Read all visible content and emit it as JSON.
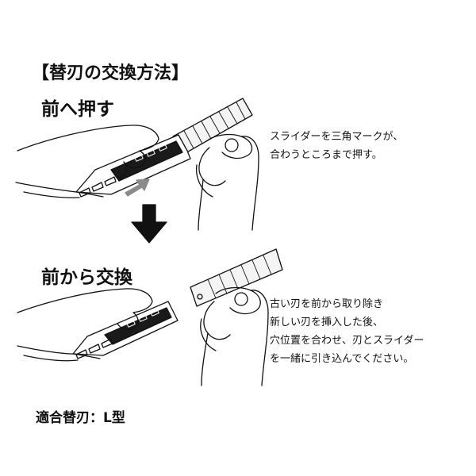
{
  "title": "【替刃の交換方法】",
  "step1": {
    "heading": "前へ押す",
    "lines": [
      "スライダーを三角マークが、",
      "合わうところまで押す。"
    ]
  },
  "step2": {
    "heading": "前から交換",
    "lines": [
      "古い刃を前から取り除き",
      "新しい刃を挿入した後、",
      "穴位置を合わせ、刃とスライダー",
      "を一緒に引き込んでください。"
    ]
  },
  "compatible": "適合替刃：L型",
  "colors": {
    "ink": "#111111",
    "arrow_gray": "#8a8a8a",
    "blade_gray": "#f4f4f4"
  },
  "icons": [
    "down-arrow-icon",
    "push-arrow-icon"
  ]
}
